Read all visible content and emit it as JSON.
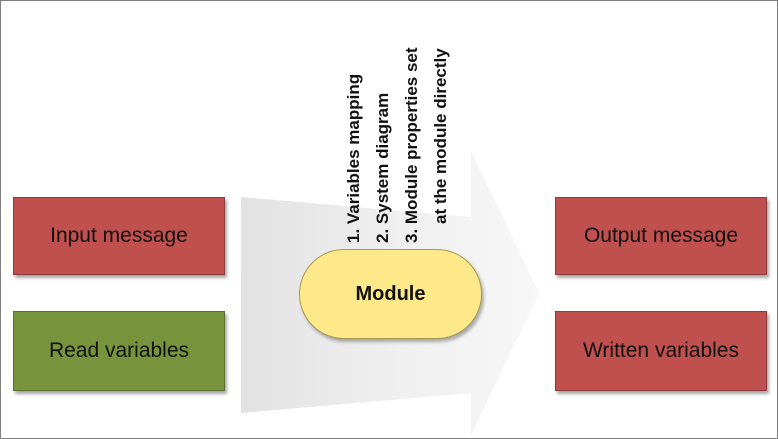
{
  "inputs": {
    "input_message": "Input message",
    "read_variables": "Read variables"
  },
  "module": {
    "label": "Module"
  },
  "notes": {
    "line1": "1. Variables mapping",
    "line2": "2. System diagram",
    "line3": "3. Module properties set",
    "line4": "at the module directly"
  },
  "outputs": {
    "output_message": "Output message",
    "written_variables": "Written variables"
  },
  "colors": {
    "message_box": "#c0504d",
    "read_variables_box": "#77933c",
    "module_fill": "#fde98a",
    "arrow_fill": "#eeeeee"
  }
}
